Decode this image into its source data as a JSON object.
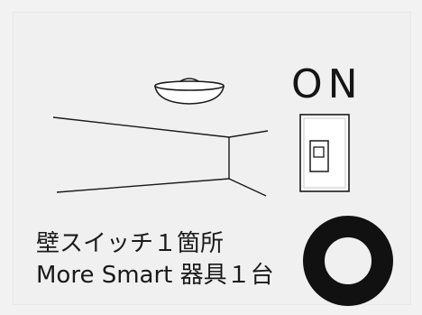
{
  "switch_state_label": "ON",
  "captions": {
    "line1": "壁スイッチ１箇所",
    "line2": "More Smart 器具１台"
  },
  "colors": {
    "background": "#f2f2f2",
    "line": "#1a1a1a",
    "ring": "#111111"
  },
  "icons": {
    "ceiling_light": "ceiling-light-icon",
    "room": "room-perspective-icon",
    "wall_switch": "wall-switch-icon",
    "count_ring": "circle-ring-icon"
  }
}
